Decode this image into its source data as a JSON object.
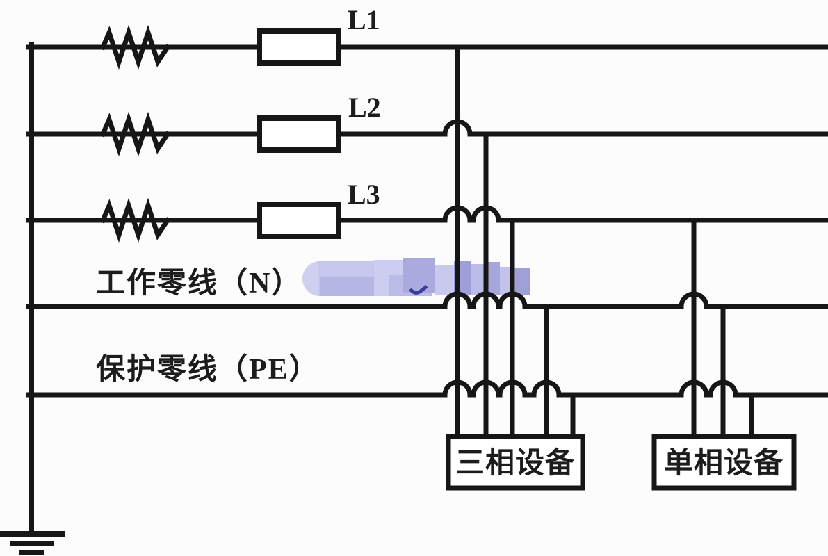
{
  "colors": {
    "line": "#161616",
    "text": "#1c1c1c",
    "background": "#fcfcfd",
    "watermark_light": "#c9c9ee",
    "watermark_mid": "#b6b6e4",
    "watermark_dark": "#a2a2d8",
    "watermark_squiggle": "#3b3b9a"
  },
  "phases": [
    {
      "label": "L1"
    },
    {
      "label": "L2"
    },
    {
      "label": "L3"
    }
  ],
  "neutral_line_label": "工作零线（N）",
  "protective_line_label": "保护零线（PE）",
  "devices": {
    "three_phase": "三相设备",
    "single_phase": "单相设备"
  }
}
